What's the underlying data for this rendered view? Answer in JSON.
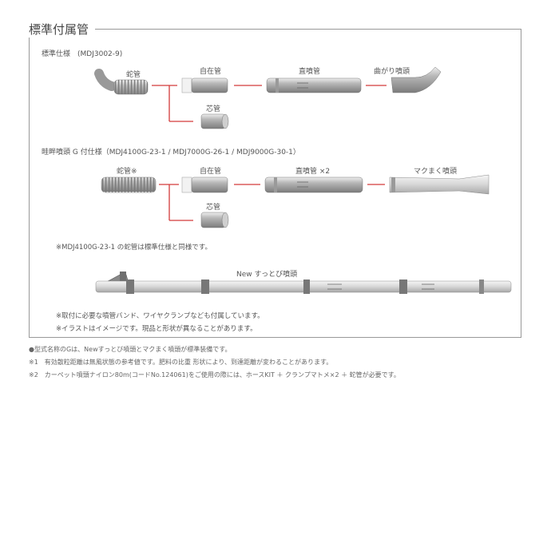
{
  "title": "標準付属管",
  "section1": {
    "heading": "標準仕様　(MDJ3002-9)",
    "labels": {
      "jabara": "蛇管",
      "jizai": "自在管",
      "chokufun": "直噴管",
      "magari": "曲がり噴頭",
      "shinkan": "芯管"
    }
  },
  "section2": {
    "heading": "畦畔噴頭 G 付仕様（MDJ4100G-23-1 / MDJ7000G-26-1 / MDJ9000G-30-1）",
    "labels": {
      "jabara": "蛇管※",
      "jizai": "自在管",
      "chokufun": "直噴管 ×2",
      "makumaku": "マクまく噴頭",
      "shinkan": "芯管"
    },
    "note": "※MDJ4100G-23-1 の蛇管は標準仕様と同様です。"
  },
  "section3": {
    "label": "New すっとび噴頭",
    "notes": [
      "※取付に必要な噴管バンド、ワイヤクランプなども付属しています。",
      "※イラストはイメージです。現品と形状が異なることがあります。"
    ]
  },
  "footnotes": [
    "●型式名称のGは、Newすっとび噴頭とマクまく噴頭が標準装備です。",
    "※1　有効散粒距離は無風状態の参考値です。肥料の比重 形状により、到達距離が変わることがあります。",
    "※2　カーペット噴頭ナイロン80m(コードNo.124061)をご使用の際には、ホースKIT ＋ クランプマトメ×2 ＋ 蛇管が必要です。"
  ],
  "colors": {
    "connector": "#d33a3a",
    "pipe_dark": "#8a8a8a",
    "pipe_mid": "#b0b0b0",
    "pipe_light": "#d8d8d8",
    "frame": "#999999"
  }
}
